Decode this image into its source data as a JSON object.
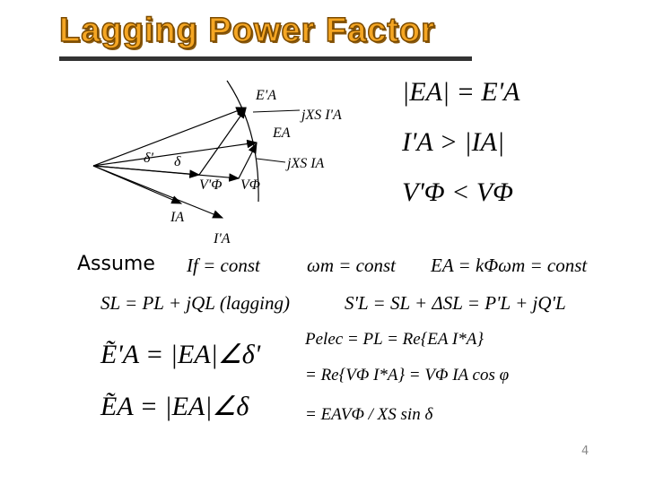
{
  "slide": {
    "title": "Lagging Power Factor",
    "page_number": "4",
    "assume_label": "Assume",
    "diagram_labels": {
      "ea_prime": "E'A",
      "jxs_ia_prime": "jXS I'A",
      "ea": "EA",
      "delta_prime": "δ'",
      "delta": "δ",
      "jxs_ia": "jXS IA",
      "vphi_prime": "V'Φ",
      "vphi": "VΦ",
      "ia": "IA",
      "ia_prime": "I'A"
    },
    "right_equations": [
      "|EA| = E'A",
      "I'A > |IA|",
      "V'Φ < VΦ"
    ],
    "constants": [
      "If = const",
      "ωm = const",
      "EA = kΦωm = const"
    ],
    "power_equations": [
      "SL = PL + jQL (lagging)",
      "S'L = SL + ΔSL = P'L + jQ'L"
    ],
    "phasor_equations": [
      "Ẽ'A = |EA|∠δ'",
      "ẼA = |EA|∠δ"
    ],
    "pelec_equations": [
      "Pelec = PL = Re{EA I*A}",
      "= Re{VΦ I*A} = VΦ IA cos φ",
      "= EAVΦ / XS sin δ"
    ]
  }
}
